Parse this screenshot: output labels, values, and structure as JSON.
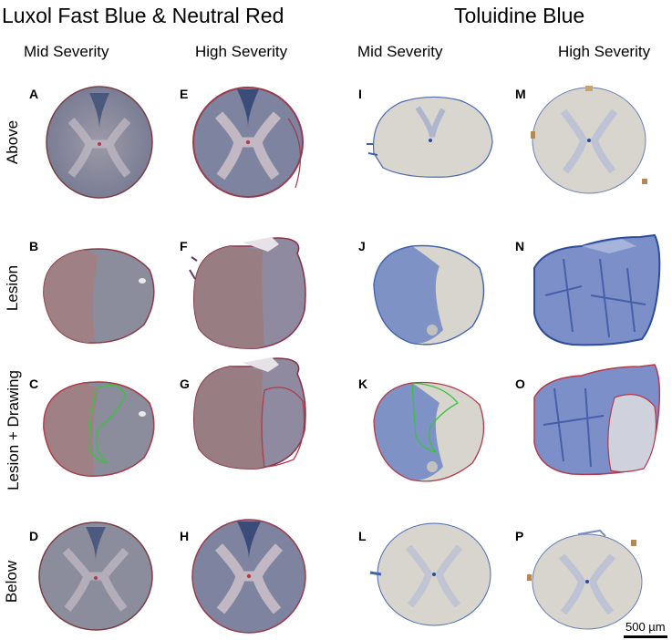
{
  "headers": {
    "left_title": "Luxol Fast Blue & Neutral Red",
    "right_title": "Toluidine Blue"
  },
  "columns": [
    "Mid Severity",
    "High Severity",
    "Mid Severity",
    "High Severity"
  ],
  "rows": [
    "Above",
    "Lesion",
    "Lesion + Drawing",
    "Below"
  ],
  "panels": [
    {
      "letter": "A",
      "stain": "LFB",
      "row": "Above",
      "severity": "Mid"
    },
    {
      "letter": "E",
      "stain": "LFB",
      "row": "Above",
      "severity": "High"
    },
    {
      "letter": "I",
      "stain": "TB",
      "row": "Above",
      "severity": "Mid"
    },
    {
      "letter": "M",
      "stain": "TB",
      "row": "Above",
      "severity": "High"
    },
    {
      "letter": "B",
      "stain": "LFB",
      "row": "Lesion",
      "severity": "Mid"
    },
    {
      "letter": "F",
      "stain": "LFB",
      "row": "Lesion",
      "severity": "High"
    },
    {
      "letter": "J",
      "stain": "TB",
      "row": "Lesion",
      "severity": "Mid"
    },
    {
      "letter": "N",
      "stain": "TB",
      "row": "Lesion",
      "severity": "High"
    },
    {
      "letter": "C",
      "stain": "LFB",
      "row": "Lesion + Drawing",
      "severity": "Mid"
    },
    {
      "letter": "G",
      "stain": "LFB",
      "row": "Lesion + Drawing",
      "severity": "High"
    },
    {
      "letter": "K",
      "stain": "TB",
      "row": "Lesion + Drawing",
      "severity": "Mid"
    },
    {
      "letter": "O",
      "stain": "TB",
      "row": "Lesion + Drawing",
      "severity": "High"
    },
    {
      "letter": "D",
      "stain": "LFB",
      "row": "Below",
      "severity": "Mid"
    },
    {
      "letter": "H",
      "stain": "LFB",
      "row": "Below",
      "severity": "High"
    },
    {
      "letter": "L",
      "stain": "TB",
      "row": "Below",
      "severity": "Mid"
    },
    {
      "letter": "P",
      "stain": "TB",
      "row": "Below",
      "severity": "High"
    }
  ],
  "scale_bar": {
    "label": "500 µm"
  },
  "colors": {
    "lfb_tissue": "#8c8d9c",
    "lfb_blue": "#5a6a8c",
    "lfb_red": "#a4747a",
    "tb_tissue": "#d8d5cf",
    "tb_blue": "#3f63b0",
    "outline_red": "#b33a4a",
    "outline_green": "#38c43a"
  }
}
